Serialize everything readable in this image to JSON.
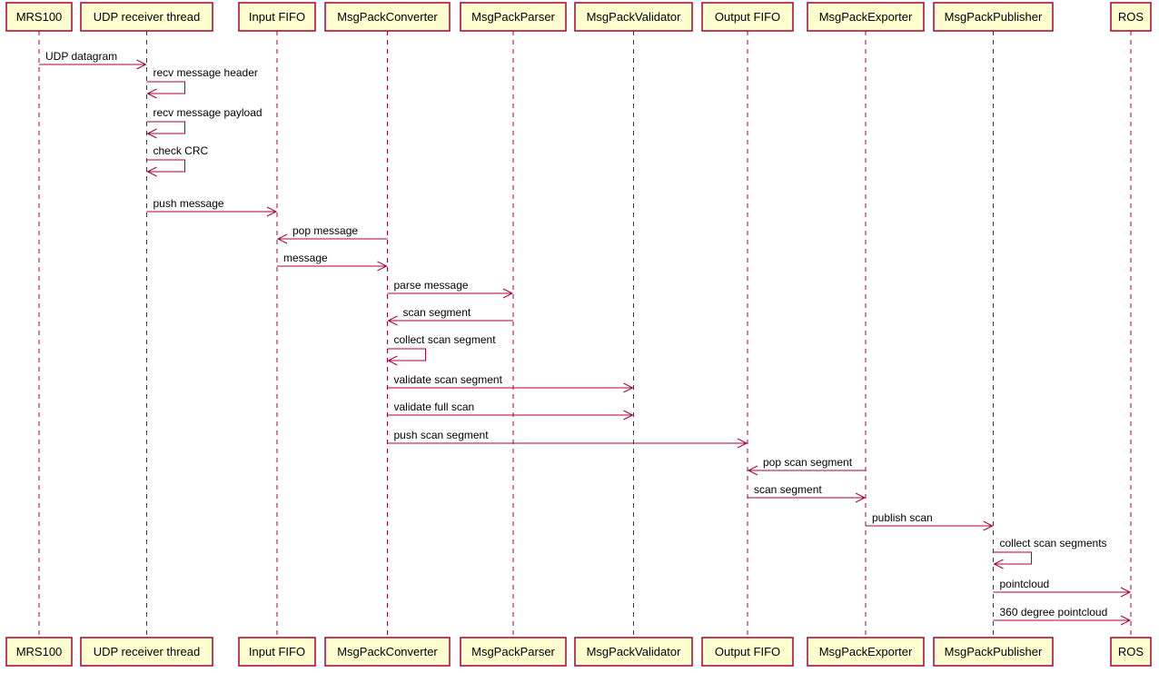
{
  "participants": [
    {
      "id": "mrs100",
      "label": "MRS100"
    },
    {
      "id": "udp",
      "label": "UDP receiver thread"
    },
    {
      "id": "infifo",
      "label": "Input FIFO"
    },
    {
      "id": "conv",
      "label": "MsgPackConverter"
    },
    {
      "id": "parser",
      "label": "MsgPackParser"
    },
    {
      "id": "validator",
      "label": "MsgPackValidator"
    },
    {
      "id": "outfifo",
      "label": "Output FIFO"
    },
    {
      "id": "exporter",
      "label": "MsgPackExporter"
    },
    {
      "id": "publisher",
      "label": "MsgPackPublisher"
    },
    {
      "id": "ros",
      "label": "ROS"
    }
  ],
  "messages": [
    {
      "from": "mrs100",
      "to": "udp",
      "label": "UDP datagram"
    },
    {
      "from": "udp",
      "to": "udp",
      "label": "recv message header"
    },
    {
      "from": "udp",
      "to": "udp",
      "label": "recv message payload"
    },
    {
      "from": "udp",
      "to": "udp",
      "label": "check CRC"
    },
    {
      "from": "udp",
      "to": "infifo",
      "label": "push message"
    },
    {
      "from": "conv",
      "to": "infifo",
      "label": "pop message"
    },
    {
      "from": "infifo",
      "to": "conv",
      "label": "message"
    },
    {
      "from": "conv",
      "to": "parser",
      "label": "parse message"
    },
    {
      "from": "parser",
      "to": "conv",
      "label": "scan segment"
    },
    {
      "from": "conv",
      "to": "conv",
      "label": "collect scan segment"
    },
    {
      "from": "conv",
      "to": "validator",
      "label": "validate scan segment"
    },
    {
      "from": "conv",
      "to": "validator",
      "label": "validate full scan"
    },
    {
      "from": "conv",
      "to": "outfifo",
      "label": "push scan segment"
    },
    {
      "from": "exporter",
      "to": "outfifo",
      "label": "pop scan segment"
    },
    {
      "from": "outfifo",
      "to": "exporter",
      "label": "scan segment"
    },
    {
      "from": "exporter",
      "to": "publisher",
      "label": "publish scan"
    },
    {
      "from": "publisher",
      "to": "publisher",
      "label": "collect scan segments"
    },
    {
      "from": "publisher",
      "to": "ros",
      "label": "pointcloud"
    },
    {
      "from": "publisher",
      "to": "ros",
      "label": "360 degree pointcloud"
    }
  ],
  "colors": {
    "participant_fill": "#FEFECE",
    "participant_border": "#A80036",
    "line": "#A80036",
    "text": "#000000"
  }
}
